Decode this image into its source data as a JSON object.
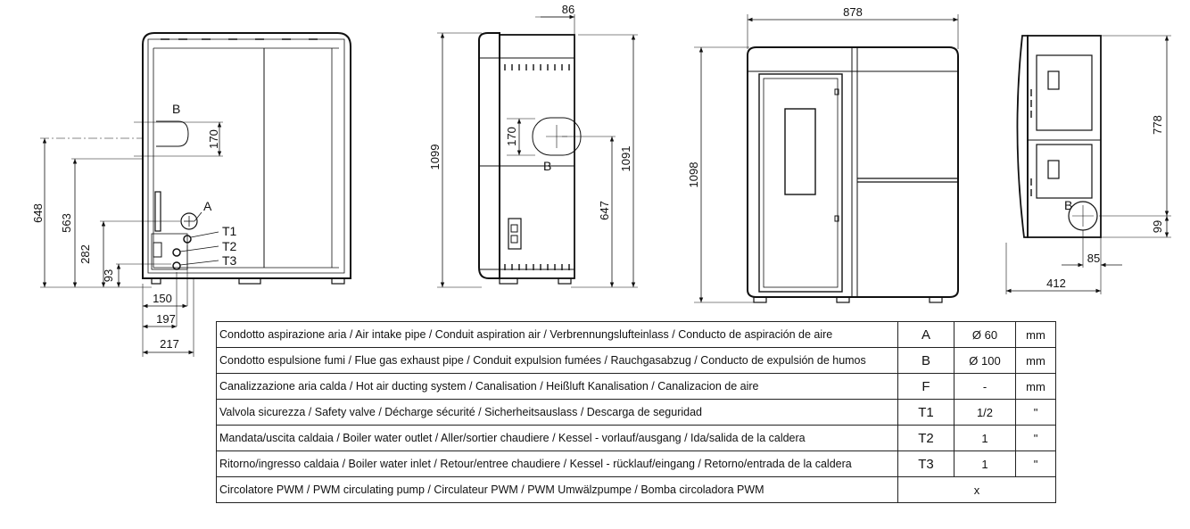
{
  "views": {
    "rear": {
      "dims": {
        "h648": "648",
        "h563": "563",
        "h282": "282",
        "h93": "93",
        "w150": "150",
        "w197": "197",
        "w217": "217",
        "d170": "170"
      },
      "labels": {
        "A": "A",
        "B": "B",
        "T1": "T1",
        "T2": "T2",
        "T3": "T3"
      }
    },
    "side": {
      "dims": {
        "w86": "86",
        "h1099": "1099",
        "h1091": "1091",
        "d170": "170",
        "h647": "647"
      },
      "labels": {
        "B": "B"
      }
    },
    "front": {
      "dims": {
        "w878": "878",
        "h1098": "1098"
      }
    },
    "top": {
      "dims": {
        "h778": "778",
        "h99": "99",
        "w85": "85",
        "w412": "412"
      },
      "labels": {
        "B": "B"
      }
    }
  },
  "table": {
    "rows": [
      {
        "desc": "Condotto aspirazione aria / Air intake pipe / Conduit aspiration air / Verbrennungslufteinlass / Conducto de aspiración de aire",
        "code": "A",
        "value": "Ø 60",
        "unit": "mm"
      },
      {
        "desc": "Condotto espulsione fumi / Flue gas exhaust pipe / Conduit expulsion fumées / Rauchgasabzug / Conducto de expulsión de humos",
        "code": "B",
        "value": "Ø 100",
        "unit": "mm"
      },
      {
        "desc": "Canalizzazione aria calda / Hot air ducting system / Canalisation / Heißluft Kanalisation / Canalizacion de aire",
        "code": "F",
        "value": "-",
        "unit": "mm"
      },
      {
        "desc": "Valvola sicurezza / Safety valve / Décharge sécurité / Sicherheitsauslass / Descarga de seguridad",
        "code": "T1",
        "value": "1/2",
        "unit": "\""
      },
      {
        "desc": "Mandata/uscita caldaia / Boiler water outlet / Aller/sortier chaudiere / Kessel - vorlauf/ausgang / Ida/salida de la caldera",
        "code": "T2",
        "value": "1",
        "unit": "\""
      },
      {
        "desc": "Ritorno/ingresso caldaia / Boiler water inlet / Retour/entree chaudiere / Kessel - rücklauf/eingang / Retorno/entrada de la caldera",
        "code": "T3",
        "value": "1",
        "unit": "\""
      }
    ],
    "last_row": {
      "desc": "Circolatore PWM / PWM circulating pump / Circulateur PWM / PWM Umwälzpumpe / Bomba circoladora PWM",
      "value": "x"
    }
  }
}
